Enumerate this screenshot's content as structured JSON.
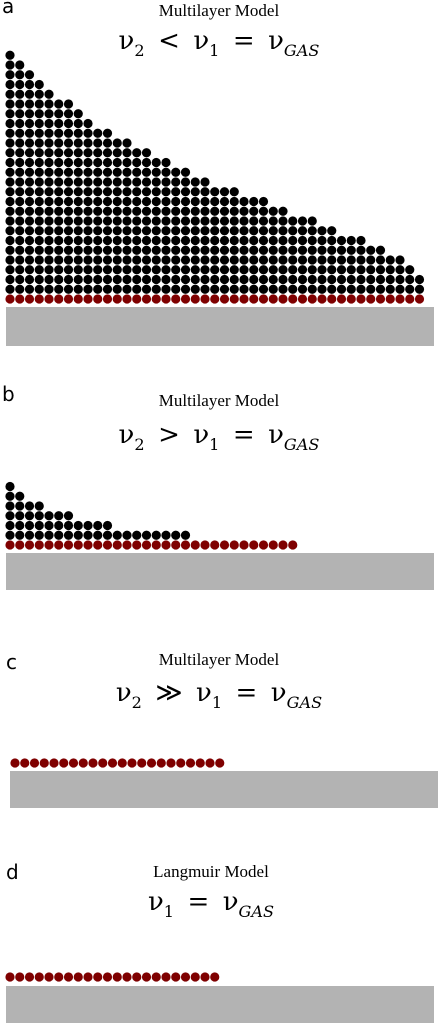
{
  "colors": {
    "first_layer": "#7f0000",
    "upper_layers": "#000000",
    "substrate": "#b3b3b3"
  },
  "panels": [
    {
      "letter": "a",
      "title": "Multilayer Model",
      "equation": {
        "nu": "ν",
        "s2": "2",
        "rel1": "<",
        "s1": "1",
        "rel2": "=",
        "gas": "GAS"
      },
      "base_count": 43,
      "stack_heights": [
        25,
        24,
        23,
        22,
        21,
        20,
        20,
        19,
        18,
        17,
        17,
        16,
        16,
        15,
        15,
        14,
        14,
        13,
        13,
        12,
        12,
        11,
        11,
        11,
        10,
        10,
        10,
        9,
        9,
        8,
        8,
        8,
        7,
        7,
        6,
        6,
        6,
        5,
        5,
        4,
        4,
        3,
        2
      ]
    },
    {
      "letter": "b",
      "title": "Multilayer Model",
      "equation": {
        "nu": "ν",
        "s2": "2",
        "rel1": ">",
        "s1": "1",
        "rel2": "=",
        "gas": "GAS"
      },
      "base_count": 30,
      "stack_heights": [
        6,
        5,
        4,
        4,
        3,
        3,
        3,
        2,
        2,
        2,
        2,
        1,
        1,
        1,
        1,
        1,
        1,
        1,
        1
      ]
    },
    {
      "letter": "c",
      "title": "Multilayer Model",
      "equation": {
        "nu": "ν",
        "s2": "2",
        "rel1": "≫",
        "s1": "1",
        "rel2": "=",
        "gas": "GAS"
      },
      "base_count": 22,
      "stack_heights": []
    },
    {
      "letter": "d",
      "title": "Langmuir Model",
      "equation": {
        "nu": "ν",
        "s1": "1",
        "rel2": "=",
        "gas": "GAS"
      },
      "base_count": 22,
      "stack_heights": []
    }
  ]
}
